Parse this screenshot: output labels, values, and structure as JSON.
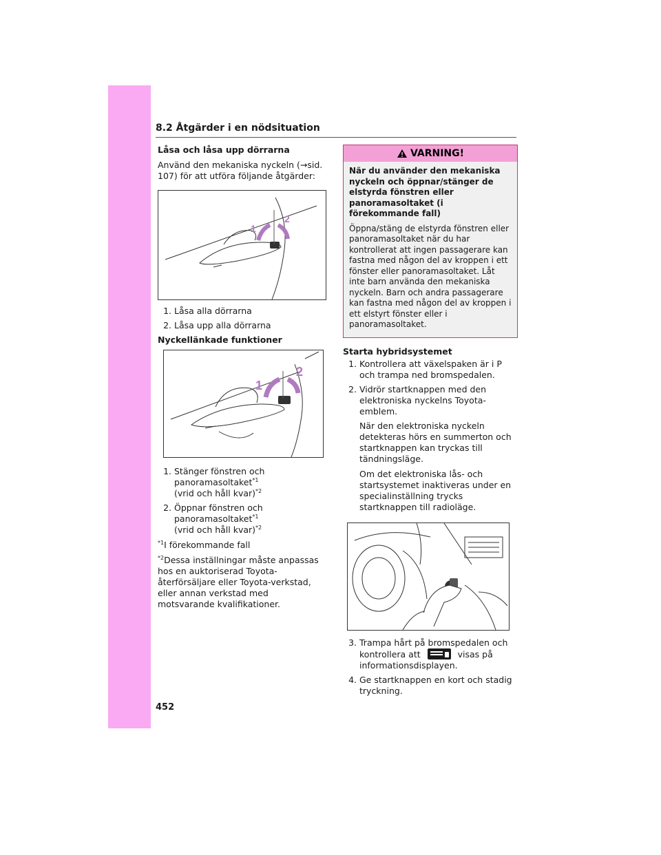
{
  "header": {
    "title": "8.2 Åtgärder i en nödsituation"
  },
  "left": {
    "heading": "Låsa och låsa upp dörrarna",
    "intro": "Använd den mekaniska nyckeln (→sid. 107) för att utföra följande åtgärder:",
    "fig1_labels": [
      "1",
      "2"
    ],
    "list1": [
      {
        "num": "1.",
        "text": "Låsa alla dörrarna"
      },
      {
        "num": "2.",
        "text": "Låsa upp alla dörrarna"
      }
    ],
    "subheading": "Nyckellänkade funktioner",
    "fig2_labels": [
      "1",
      "2"
    ],
    "list2": [
      {
        "num": "1.",
        "line1": "Stänger fönstren och",
        "line2": "panoramasoltaket",
        "sup1": "*1",
        "line3": "(vrid och håll kvar)",
        "sup2": "*2"
      },
      {
        "num": "2.",
        "line1": "Öppnar fönstren och",
        "line2": "panoramasoltaket",
        "sup1": "*1",
        "line3": "(vrid och håll kvar)",
        "sup2": "*2"
      }
    ],
    "footnote1": {
      "mark": "*1",
      "text": "I förekommande fall"
    },
    "footnote2": {
      "mark": "*2",
      "text": "Dessa inställningar måste anpassas hos en auktoriserad Toyota-återförsäljare eller Toyota-verkstad, eller annan verkstad med motsvarande kvalifikationer."
    }
  },
  "right": {
    "warning": {
      "title": "VARNING!",
      "heading": "När du använder den mekaniska nyckeln och öppnar/stänger de elstyrda fönstren eller panoramasoltaket (i förekommande fall)",
      "body": "Öppna/stäng de elstyrda fönstren eller panoramasoltaket när du har kontrollerat att ingen passagerare kan fastna med någon del av kroppen i ett fönster eller panoramasoltaket. Låt inte barn använda den mekaniska nyckeln. Barn och andra passagerare kan fastna med någon del av kroppen i ett elstyrt fönster eller i panoramasoltaket."
    },
    "heading": "Starta hybridsystemet",
    "steps": [
      {
        "num": "1.",
        "text": "Kontrollera att växelspaken är i P och trampa ned bromspedalen."
      },
      {
        "num": "2.",
        "text": "Vidrör startknappen med den elektroniska nyckelns Toyota-emblem."
      }
    ],
    "para1": "När den elektroniska nyckeln detekteras hörs en summerton och startknappen kan tryckas till tändningsläge.",
    "para2": "Om det elektroniska lås- och startsystemet inaktiveras under en specialinställning trycks startknappen till radioläge.",
    "step3": {
      "num": "3.",
      "before": "Trampa hårt på bromspedalen och kontrollera att",
      "after": "visas på informationsdisplayen."
    },
    "step4": {
      "num": "4.",
      "text": "Ge startknappen en kort och stadig tryckning."
    }
  },
  "page_number": "452",
  "colors": {
    "side_band": "#f9aaf2",
    "warning_head": "#f3a0d6",
    "accent": "#c03a78"
  }
}
